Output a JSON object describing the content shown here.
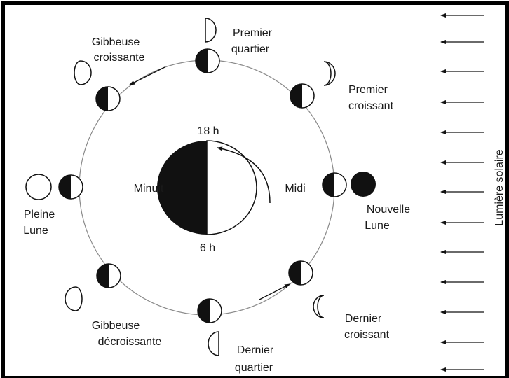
{
  "labels": {
    "gibbous_waxing_line1": "Gibbeuse",
    "gibbous_waxing_line2": "croissante",
    "first_quarter_line1": "Premier",
    "first_quarter_line2": "quartier",
    "waxing_crescent_line1": "Premier",
    "waxing_crescent_line2": "croissant",
    "full_moon_line1": "Pleine",
    "full_moon_line2": "Lune",
    "new_moon_line1": "Nouvelle",
    "new_moon_line2": "Lune",
    "gibbous_waning_line1": "Gibbeuse",
    "gibbous_waning_line2": "décroissante",
    "last_quarter_line1": "Dernier",
    "last_quarter_line2": "quartier",
    "waning_crescent_line1": "Dernier",
    "waning_crescent_line2": "croissant",
    "earth_top_time": "18 h",
    "earth_bottom_time": "6 h",
    "earth_left": "Minuit",
    "earth_right": "Midi",
    "sunlight": "Lumière solaire"
  },
  "colors": {
    "ink": "#111111",
    "orbit": "#8a8a8a",
    "border": "#000000"
  }
}
